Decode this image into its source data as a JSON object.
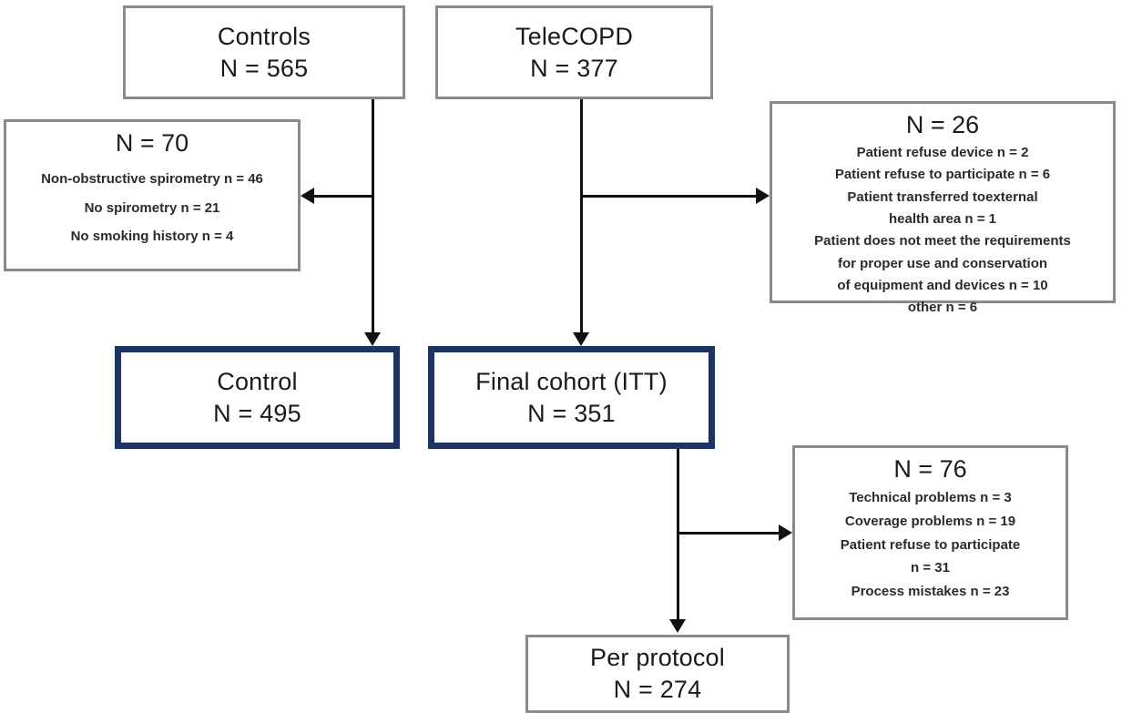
{
  "diagram": {
    "type": "participant-flow-diagram",
    "colors": {
      "highlight_border": "#1e3460",
      "plain_border": "#8a8a8a",
      "connector": "#111111",
      "background": "#ffffff",
      "text": "#1a1a1a"
    },
    "nodes": {
      "controls": {
        "title": "Controls",
        "count": "N = 565"
      },
      "telecopd": {
        "title": "TeleCOPD",
        "count": "N = 377"
      },
      "exclusion_controls": {
        "heading": "N = 70",
        "reasons": [
          "Non-obstructive spirometry n = 46",
          "No spirometry n = 21",
          "No smoking history n = 4"
        ]
      },
      "exclusion_telecopd": {
        "heading": "N = 26",
        "reasons": [
          "Patient refuse device n = 2",
          "Patient refuse to participate n = 6",
          "Patient transferred toexternal",
          "health area n = 1",
          "Patient does not meet the requirements",
          "for proper use and conservation",
          "of equipment and devices n = 10",
          "other n = 6"
        ]
      },
      "control_final": {
        "title": "Control",
        "count": "N = 495"
      },
      "final_cohort": {
        "title": "Final cohort (ITT)",
        "count": "N = 351"
      },
      "exclusion_per_protocol": {
        "heading": "N = 76",
        "reasons": [
          "Technical problems n = 3",
          "Coverage problems n = 19",
          "Patient refuse to participate",
          "n = 31",
          "Process mistakes n = 23"
        ]
      },
      "per_protocol": {
        "title": "Per protocol",
        "count": "N = 274"
      }
    },
    "edges": [
      {
        "from": "controls",
        "to": "control_final",
        "kind": "down-arrow"
      },
      {
        "from": "controls",
        "to": "exclusion_controls",
        "kind": "left-arrow"
      },
      {
        "from": "telecopd",
        "to": "final_cohort",
        "kind": "down-arrow"
      },
      {
        "from": "telecopd",
        "to": "exclusion_telecopd",
        "kind": "right-arrow"
      },
      {
        "from": "final_cohort",
        "to": "per_protocol",
        "kind": "down-arrow"
      },
      {
        "from": "final_cohort",
        "to": "exclusion_per_protocol",
        "kind": "right-arrow"
      }
    ]
  }
}
